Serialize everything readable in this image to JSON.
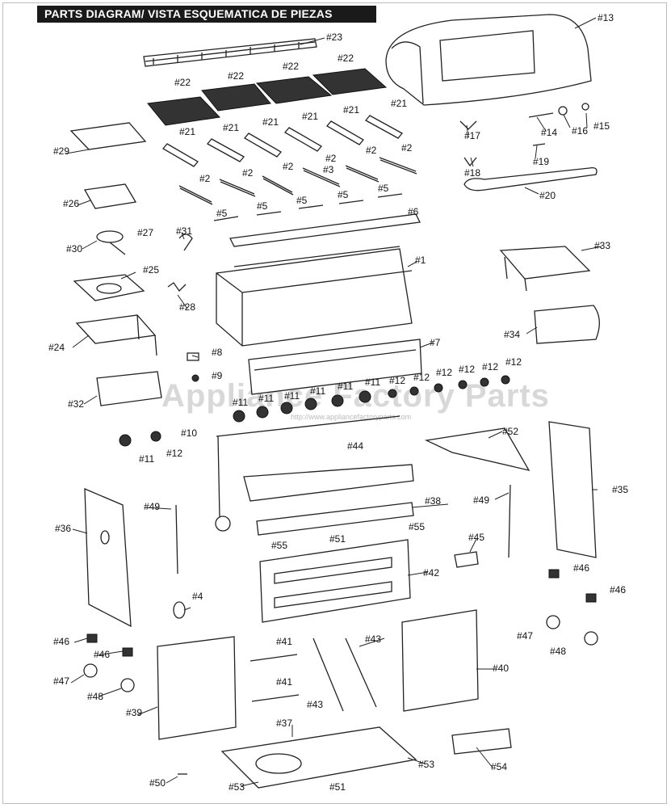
{
  "title": "PARTS DIAGRAM/ VISTA ESQUEMATICA DE PIEZAS",
  "watermark": "Appliance Factory Parts",
  "watermark_url": "http://www.appliancefactoryparts.com",
  "callouts": [
    "#1",
    "#2",
    "#3",
    "#4",
    "#5",
    "#6",
    "#7",
    "#8",
    "#9",
    "#10",
    "#11",
    "#12",
    "#13",
    "#14",
    "#15",
    "#16",
    "#17",
    "#18",
    "#19",
    "#20",
    "#21",
    "#22",
    "#23",
    "#24",
    "#25",
    "#26",
    "#27",
    "#28",
    "#29",
    "#30",
    "#31",
    "#32",
    "#33",
    "#34",
    "#35",
    "#36",
    "#37",
    "#38",
    "#39",
    "#40",
    "#41",
    "#42",
    "#43",
    "#44",
    "#45",
    "#46",
    "#47",
    "#48",
    "#49",
    "#50",
    "#51",
    "#52",
    "#53",
    "#54",
    "#55"
  ]
}
